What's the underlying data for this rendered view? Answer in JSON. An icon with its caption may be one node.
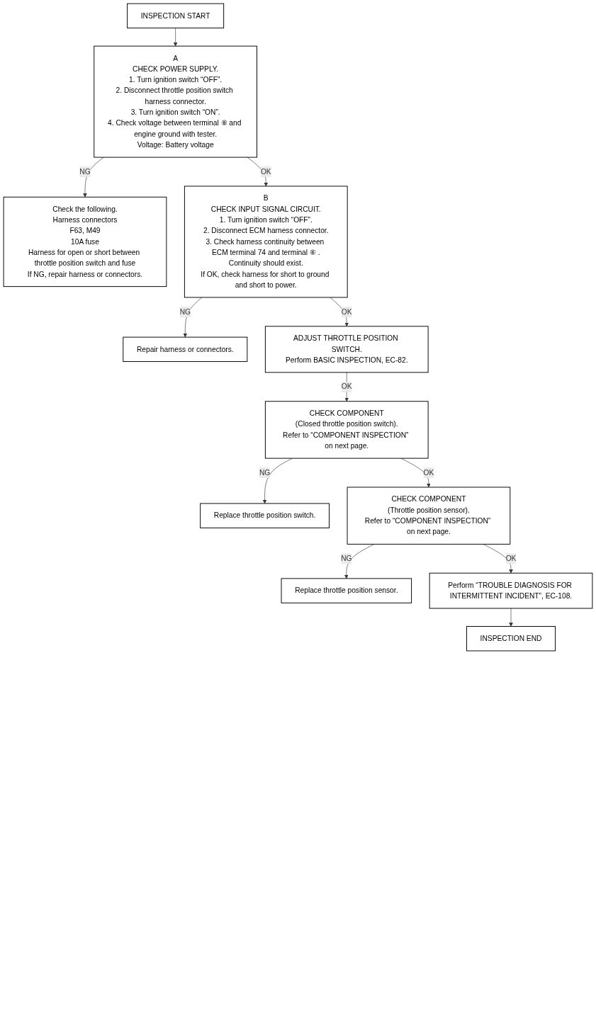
{
  "diagram": {
    "nodes": [
      {
        "text": [
          "INSPECTION START"
        ]
      },
      {
        "text": [
          "A",
          "CHECK POWER SUPPLY.",
          "1. Turn ignition switch “OFF”.",
          "2. Disconnect throttle position switch harness connector.",
          "3. Turn ignition switch “ON”.",
          "4. Check voltage between terminal ⑧ and engine ground with tester.",
          "Voltage: Battery voltage"
        ]
      },
      {
        "text": [
          "Check the following.",
          "Harness connectors",
          "F63, M49",
          "10A fuse",
          "Harness for open or short between throttle position switch and fuse",
          "If NG, repair harness or connectors."
        ]
      },
      {
        "text": [
          "B",
          "CHECK INPUT SIGNAL CIRCUIT.",
          "1. Turn ignition switch “OFF”.",
          "2. Disconnect ECM harness connector.",
          "3. Check harness continuity between ECM terminal 74 and terminal ⑥ .",
          "Continuity should exist.",
          "If OK, check harness for short to ground and short to power."
        ]
      },
      {
        "text": [
          "Repair harness or connectors."
        ]
      },
      {
        "text": [
          "ADJUST THROTTLE POSITION SWITCH.",
          "Perform BASIC INSPECTION, EC-82."
        ]
      },
      {
        "text": [
          "CHECK COMPONENT",
          "(Closed throttle position switch).",
          "Refer to “COMPONENT INSPECTION” on next page."
        ]
      },
      {
        "text": [
          "Replace throttle position switch."
        ]
      },
      {
        "text": [
          "CHECK COMPONENT",
          "(Throttle position sensor).",
          "Refer to “COMPONENT INSPECTION” on next page."
        ]
      },
      {
        "text": [
          "Replace throttle position sensor."
        ]
      },
      {
        "text": [
          "Perform “TROUBLE DIAGNOSIS FOR INTERMITTENT INCIDENT”, EC-108."
        ]
      },
      {
        "text": [
          "INSPECTION END"
        ]
      }
    ],
    "edges": [
      {
        "from": 0,
        "to": 1,
        "arrow": "to"
      },
      {
        "from": 1,
        "to": 2,
        "arrow": "to",
        "label": "NG"
      },
      {
        "from": 1,
        "to": 3,
        "arrow": "to",
        "label": "OK"
      },
      {
        "from": 3,
        "to": 4,
        "arrow": "to",
        "label": "NG"
      },
      {
        "from": 3,
        "to": 5,
        "arrow": "to",
        "label": "OK"
      },
      {
        "from": 5,
        "to": 6,
        "arrow": "to",
        "label": "OK"
      },
      {
        "from": 6,
        "to": 7,
        "arrow": "to",
        "label": "NG"
      },
      {
        "from": 6,
        "to": 8,
        "arrow": "to",
        "label": "OK"
      },
      {
        "from": 8,
        "to": 9,
        "arrow": "to",
        "label": "NG"
      },
      {
        "from": 8,
        "to": 10,
        "arrow": "to",
        "label": "OK"
      },
      {
        "from": 10,
        "to": 11,
        "arrow": "to"
      }
    ]
  }
}
